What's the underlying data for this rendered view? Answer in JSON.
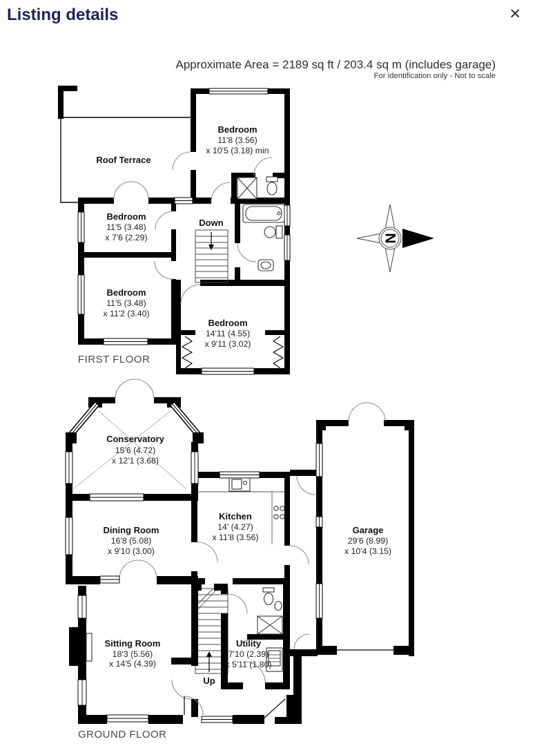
{
  "header": {
    "title": "Listing details",
    "close_icon": "✕"
  },
  "floorplan": {
    "area_text": "Approximate Area = 2189 sq ft / 203.4 sq m (includes garage)",
    "disclaimer": "For identification only - Not to scale",
    "compass_letter": "N",
    "first_floor": {
      "label": "FIRST FLOOR",
      "stairs_label": "Down",
      "rooms": {
        "roof_terrace": {
          "name": "Roof Terrace"
        },
        "bedroom_top": {
          "name": "Bedroom",
          "dim1": "11'8 (3.56)",
          "dim2": "x 10'5 (3.18) min"
        },
        "bedroom_left_upper": {
          "name": "Bedroom",
          "dim1": "11'5 (3.48)",
          "dim2": "x 7'6 (2.29)"
        },
        "bedroom_left_lower": {
          "name": "Bedroom",
          "dim1": "11'5 (3.48)",
          "dim2": "x 11'2 (3.40)"
        },
        "bedroom_bottom": {
          "name": "Bedroom",
          "dim1": "14'11 (4.55)",
          "dim2": "x 9'11 (3.02)"
        }
      }
    },
    "ground_floor": {
      "label": "GROUND FLOOR",
      "stairs_label": "Up",
      "rooms": {
        "conservatory": {
          "name": "Conservatory",
          "dim1": "15'6 (4.72)",
          "dim2": "x 12'1 (3.68)"
        },
        "dining_room": {
          "name": "Dining Room",
          "dim1": "16'8 (5.08)",
          "dim2": "x 9'10 (3.00)"
        },
        "kitchen": {
          "name": "Kitchen",
          "dim1": "14' (4.27)",
          "dim2": "x 11'8 (3.56)"
        },
        "garage": {
          "name": "Garage",
          "dim1": "29'6 (8.99)",
          "dim2": "x 10'4 (3.15)"
        },
        "sitting_room": {
          "name": "Sitting Room",
          "dim1": "18'3 (5.56)",
          "dim2": "x 14'5 (4.39)"
        },
        "utility": {
          "name": "Utility",
          "dim1": "7'10 (2.39)",
          "dim2": "x 5'11 (1.80)"
        }
      }
    },
    "colors": {
      "wall": "#000000",
      "title": "#1e2456",
      "text": "#1a1a1a",
      "floor_label": "#474750"
    }
  }
}
